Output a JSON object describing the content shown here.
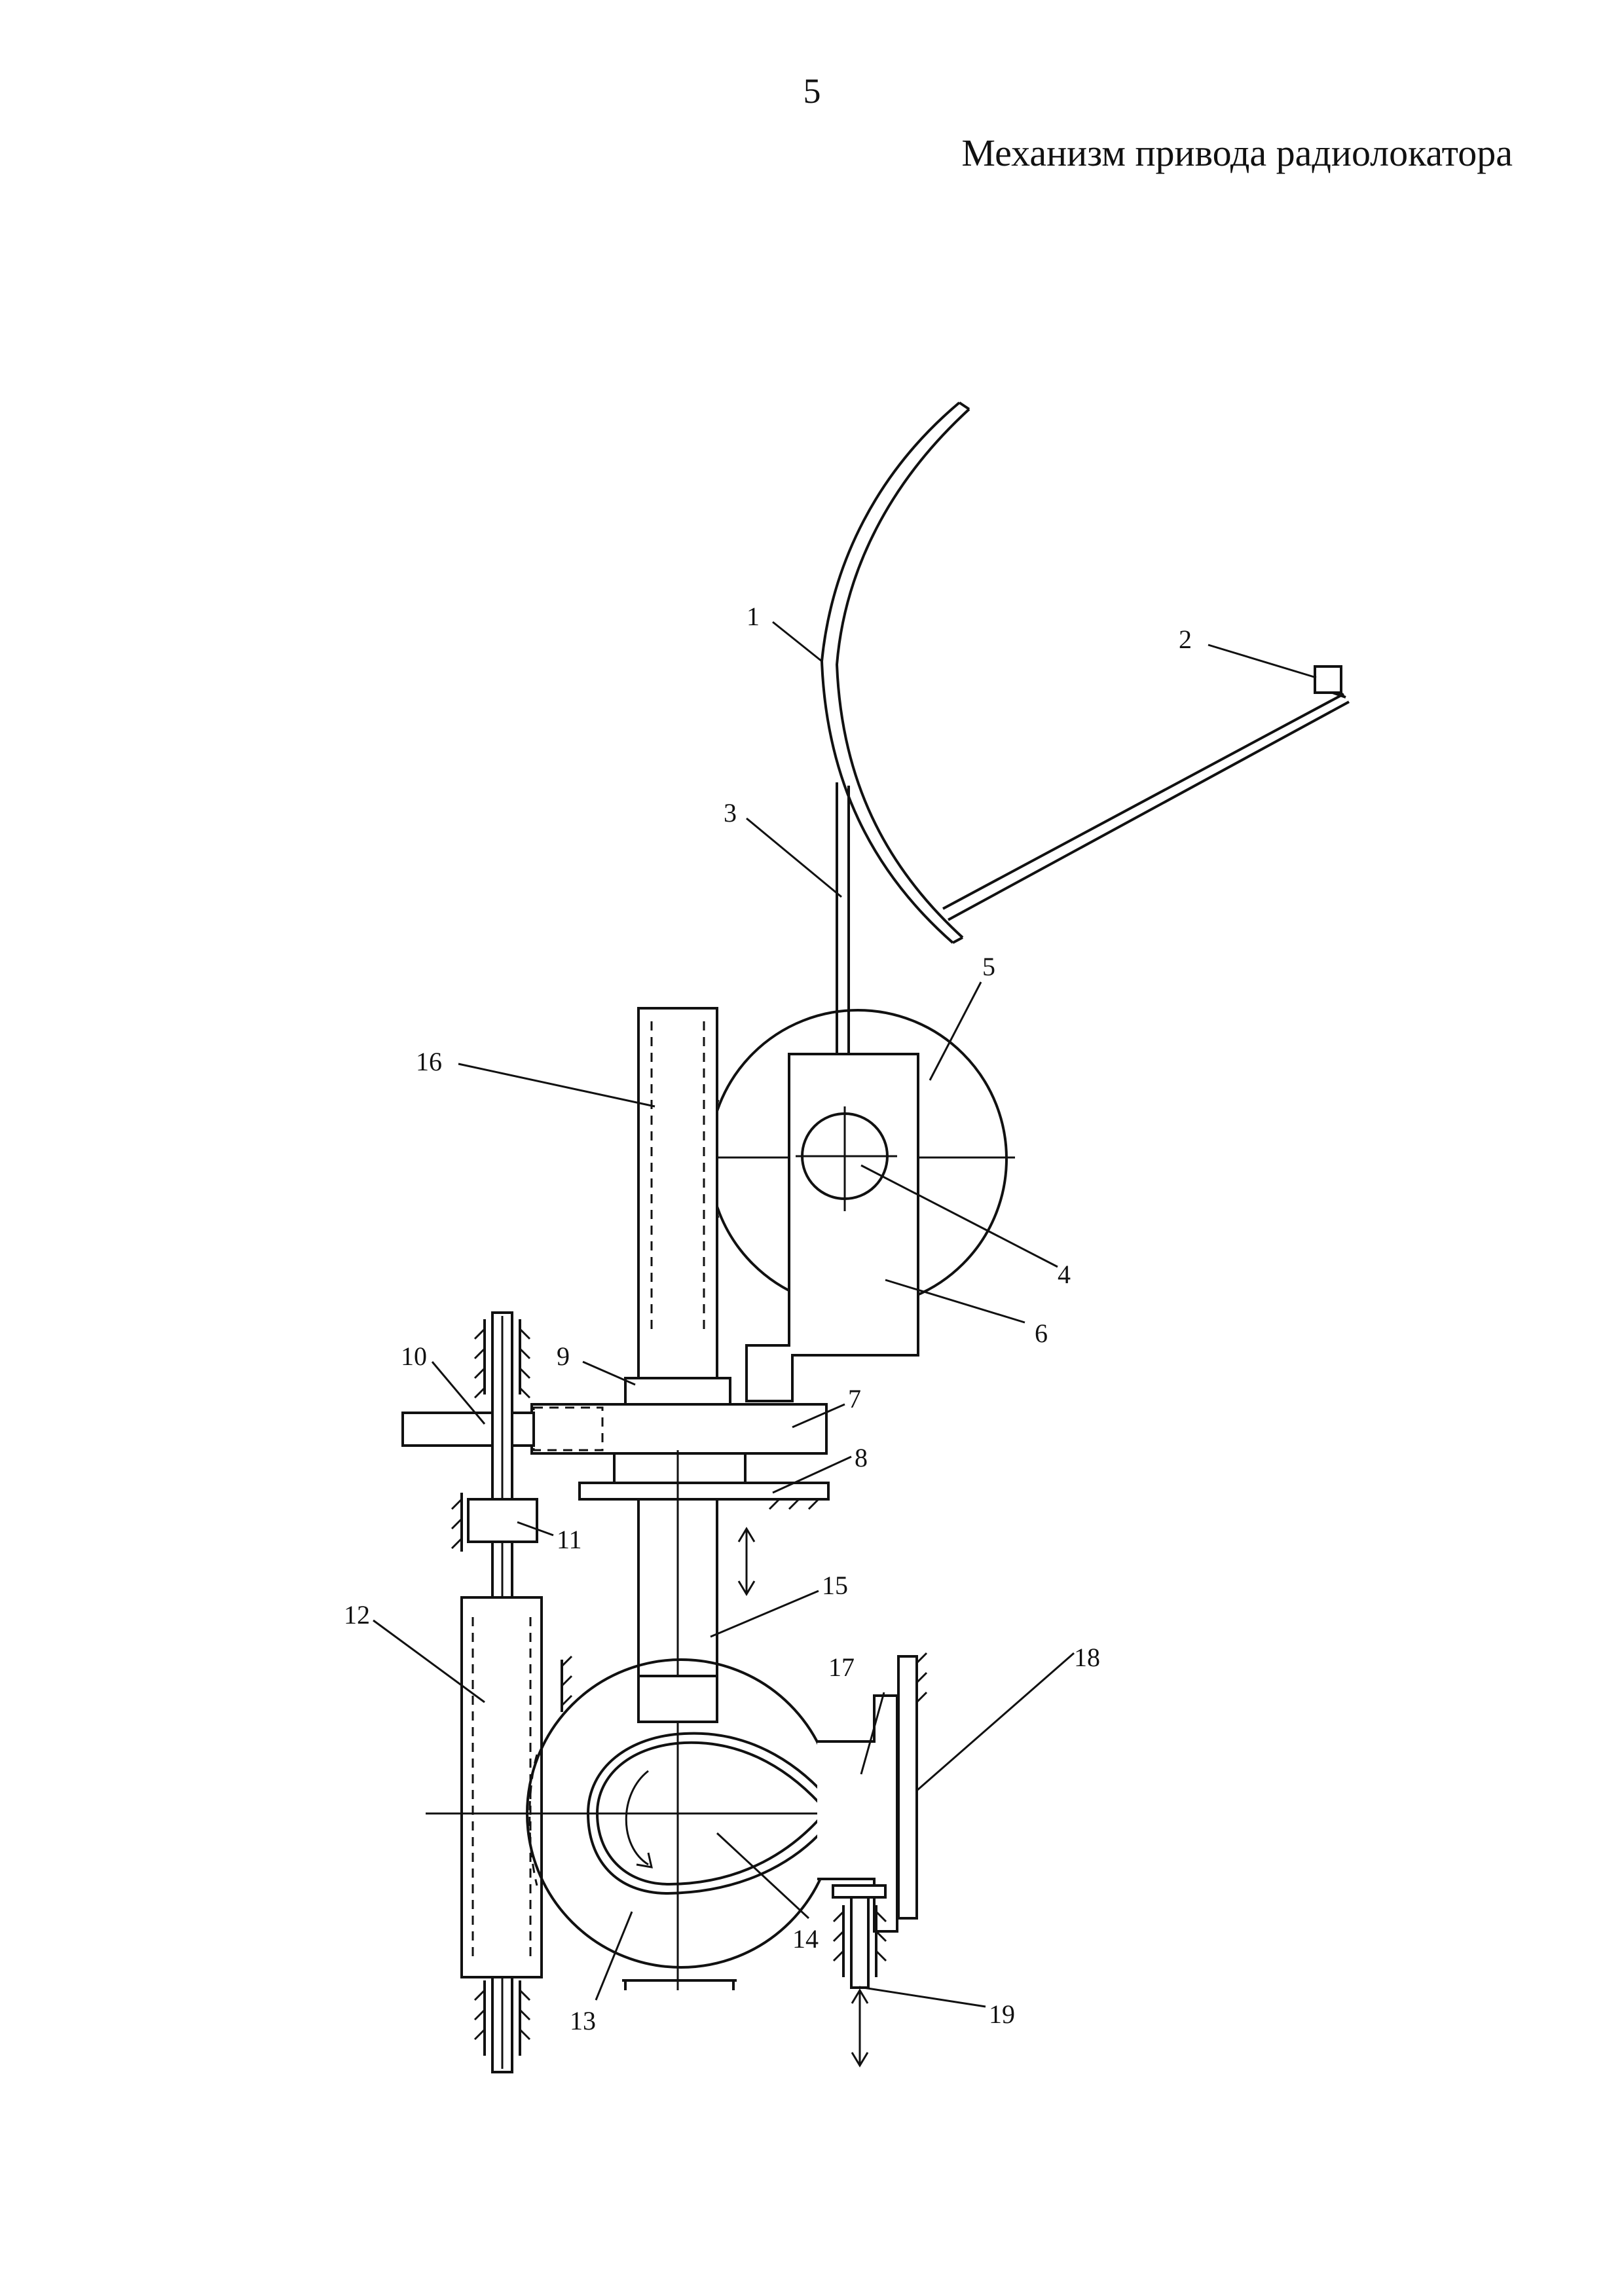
{
  "page": {
    "number": "5",
    "title": "Механизм привода радиолокатора"
  },
  "labels": {
    "l1": "1",
    "l2": "2",
    "l3": "3",
    "l4": "4",
    "l5": "5",
    "l6": "6",
    "l7": "7",
    "l8": "8",
    "l9": "9",
    "l10": "10",
    "l11": "11",
    "l12": "12",
    "l13": "13",
    "l14": "14",
    "l15": "15",
    "l16": "16",
    "l17": "17",
    "l18": "18",
    "l19": "19"
  }
}
